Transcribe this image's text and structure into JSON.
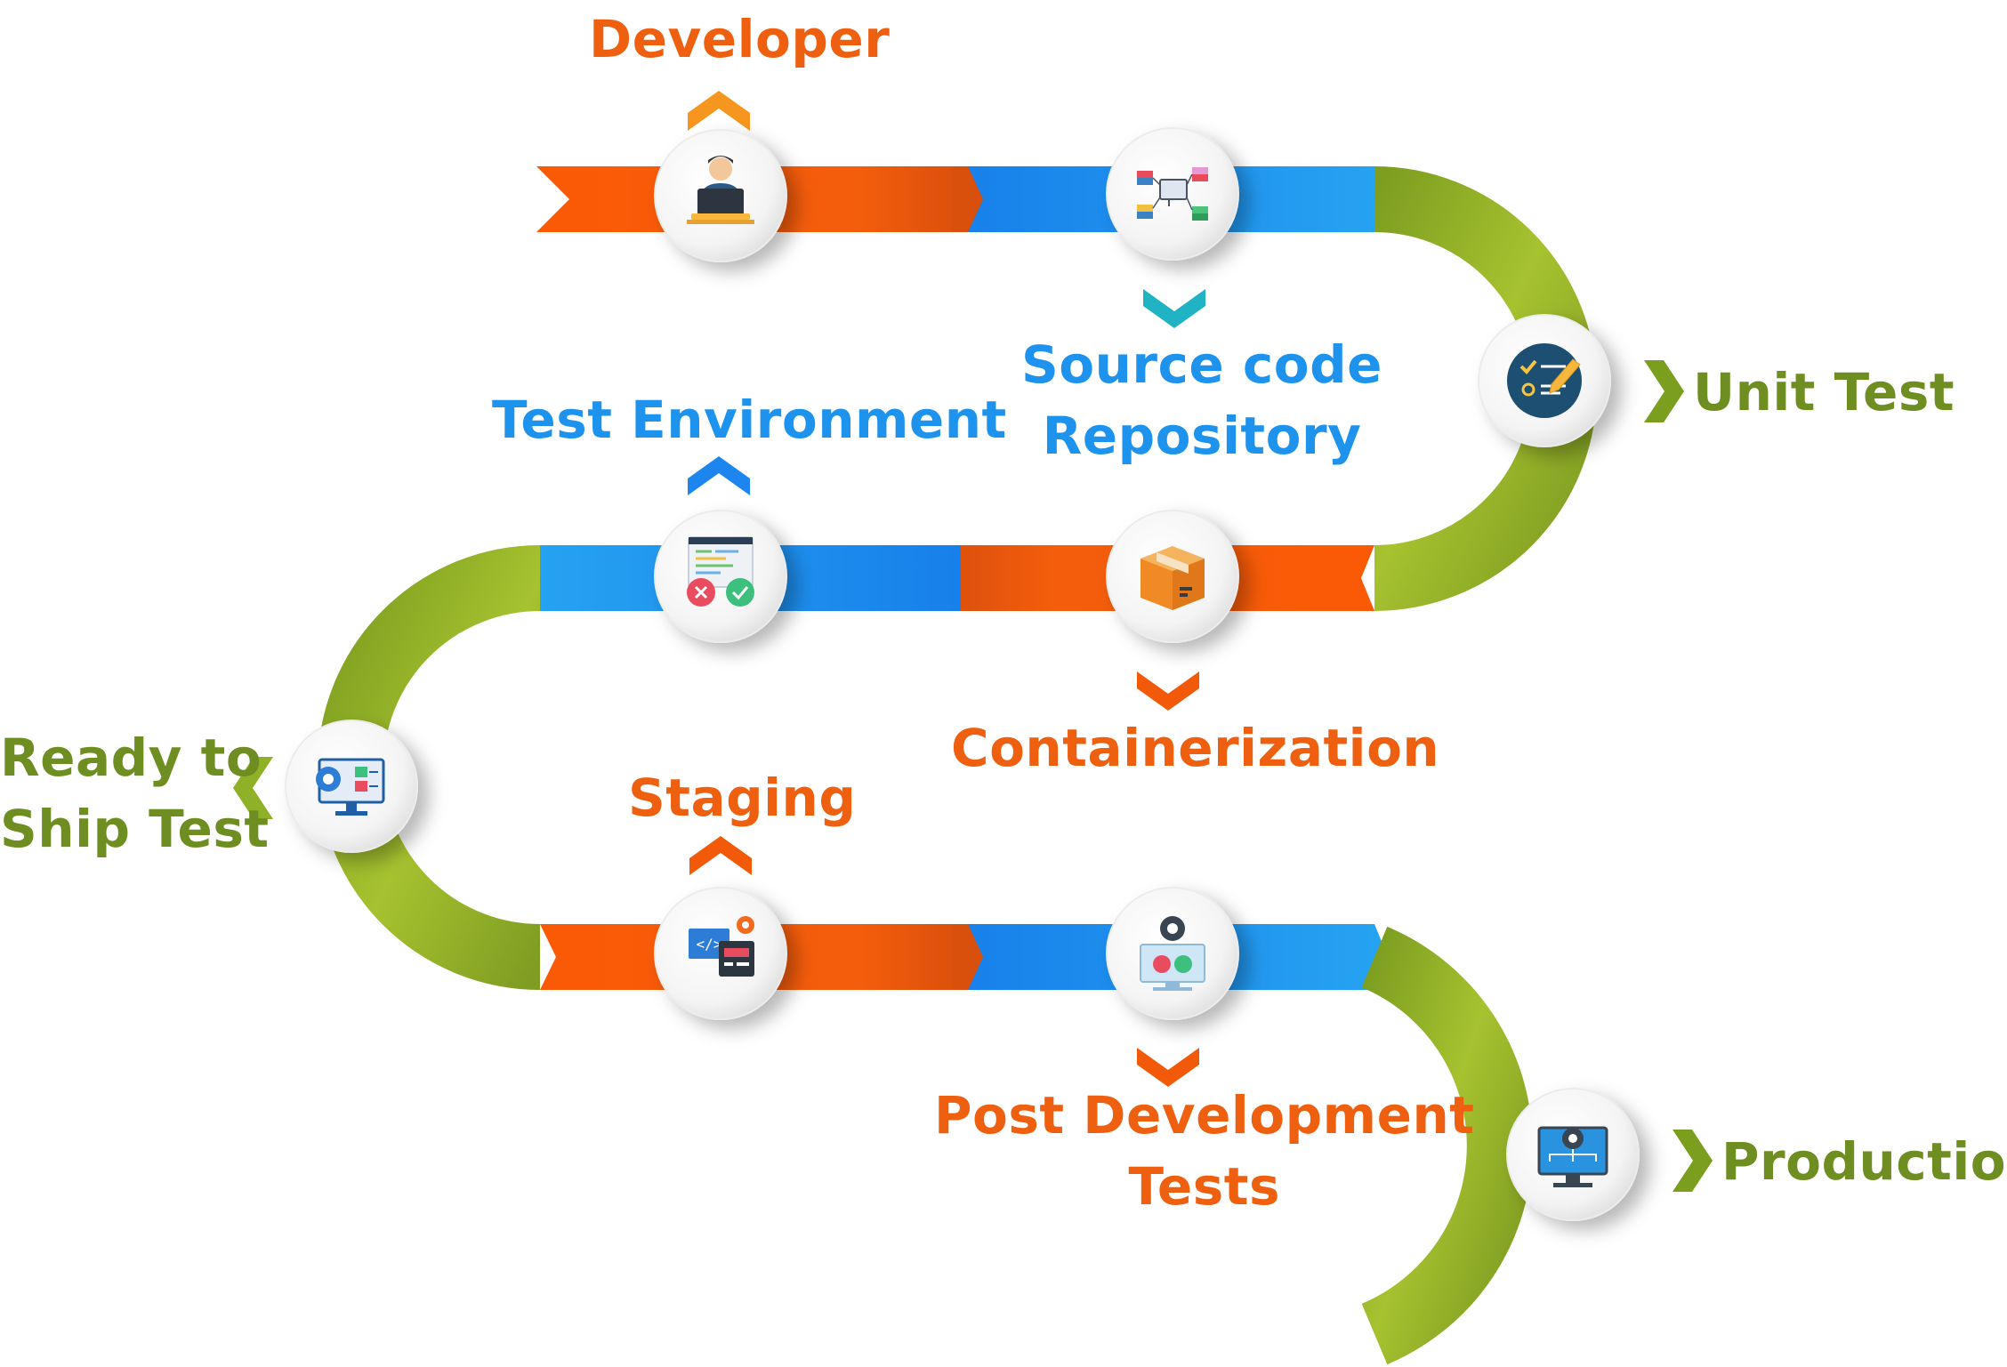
{
  "colors": {
    "orange": "#f25a0a",
    "blue": "#1d8ff0",
    "green": "#8aaa24",
    "label_orange": "#ee5f0f",
    "label_blue": "#1d93ee",
    "label_green": "#6f8e21"
  },
  "steps": [
    {
      "id": "developer",
      "label": "Developer",
      "icon": "developer-icon"
    },
    {
      "id": "source_code",
      "lines": [
        "Source code",
        "Repository"
      ],
      "icon": "repository-network-icon"
    },
    {
      "id": "unit_test",
      "label": "Unit Test",
      "icon": "unit-test-checklist-icon"
    },
    {
      "id": "containerization",
      "label": "Containerization",
      "icon": "container-box-icon"
    },
    {
      "id": "test_environment",
      "label": "Test Environment",
      "icon": "test-environment-icon"
    },
    {
      "id": "ready_to_ship",
      "lines": [
        "Ready to",
        "Ship Test"
      ],
      "icon": "ready-to-ship-monitor-icon"
    },
    {
      "id": "staging",
      "label": "Staging",
      "icon": "staging-icon"
    },
    {
      "id": "post_dev",
      "lines": [
        "Post Development",
        "Tests"
      ],
      "icon": "post-development-tests-icon"
    },
    {
      "id": "production",
      "label": "Production",
      "icon": "production-monitor-icon"
    }
  ]
}
